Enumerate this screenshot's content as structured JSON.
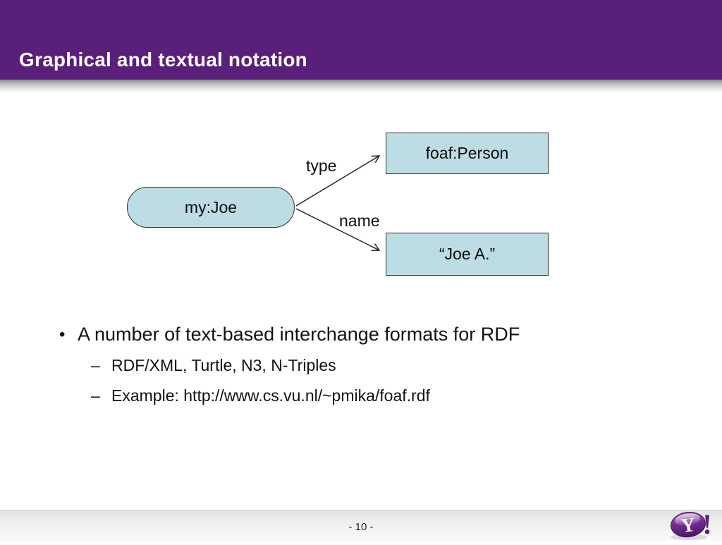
{
  "slide": {
    "title": "Graphical and textual notation",
    "page_number": "- 10 -"
  },
  "diagram": {
    "subject_node_label": "my:Joe",
    "class_node_label": "foaf:Person",
    "literal_node_label": "“Joe A.”",
    "type_edge_label": "type",
    "name_edge_label": "name"
  },
  "bullets": {
    "main_marker": "•",
    "main_text": "A number of text-based interchange formats for RDF",
    "sub_marker": "–",
    "sub": [
      "RDF/XML, Turtle, N3, N-Triples",
      "Example: http://www.cs.vu.nl/~pmika/foaf.rdf"
    ]
  },
  "footer": {
    "logo_y": "Y",
    "logo_exclamation": "!"
  },
  "colors": {
    "header_purple": "#5a1f7a",
    "node_fill": "#bddde5",
    "node_border": "#2e2e2e",
    "logo_purple": "#722d90",
    "text": "#111111"
  }
}
